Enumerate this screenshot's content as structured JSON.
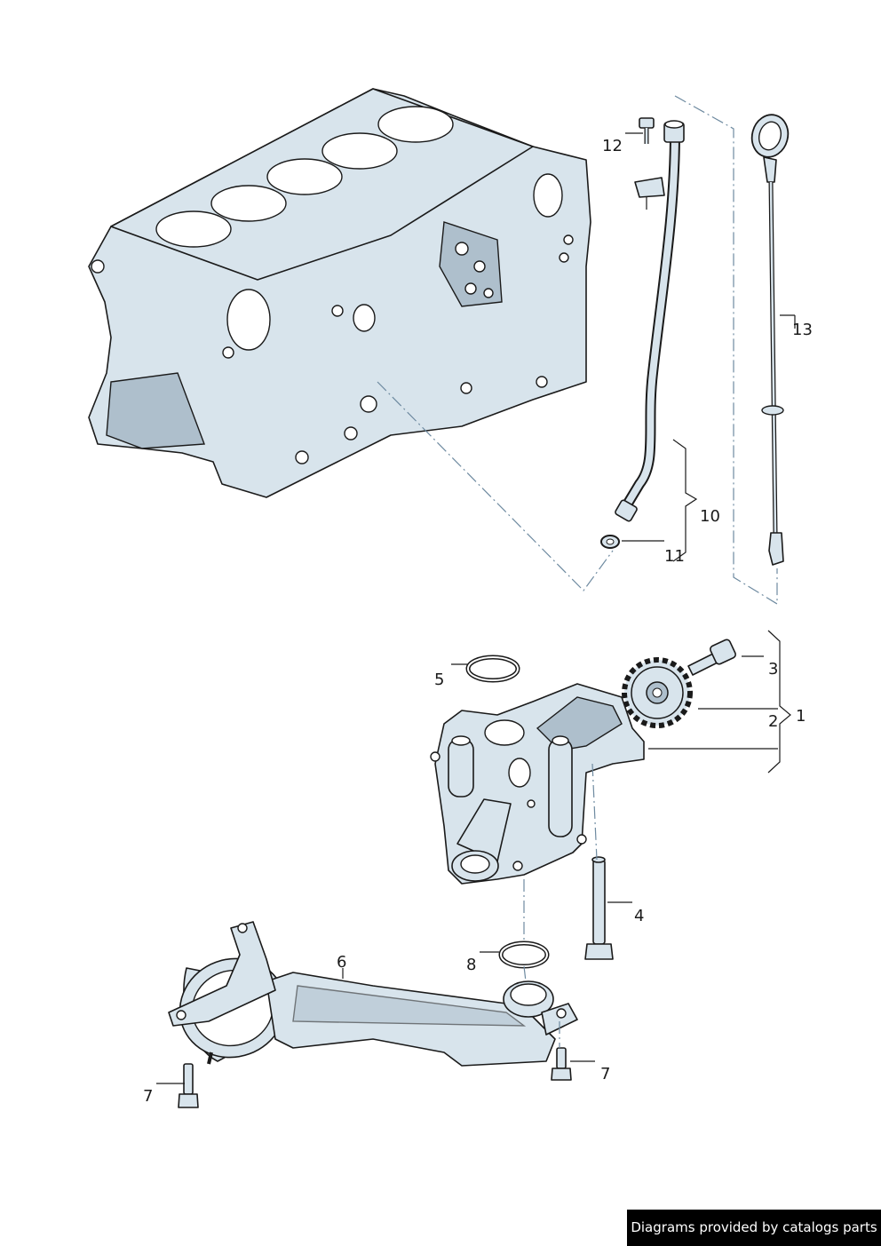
{
  "callouts": {
    "c1": "1",
    "c2": "2",
    "c3": "3",
    "c4": "4",
    "c5": "5",
    "c6": "6",
    "c7a": "7",
    "c7b": "7",
    "c8": "8",
    "c10": "10",
    "c11": "11",
    "c12": "12",
    "c13": "13"
  },
  "credit": "Diagrams provided by catalogs parts",
  "colors": {
    "part_fill": "#d8e4ec",
    "outline": "#1a1a1a",
    "dash_line": "#6e8aa0",
    "credit_bg": "#000000"
  },
  "icons": {
    "engine_block": "engine-block-illustration",
    "oil_pump": "oil-pump-illustration",
    "pickup": "oil-pickup-pipe-illustration",
    "dipstick": "dipstick-illustration"
  }
}
